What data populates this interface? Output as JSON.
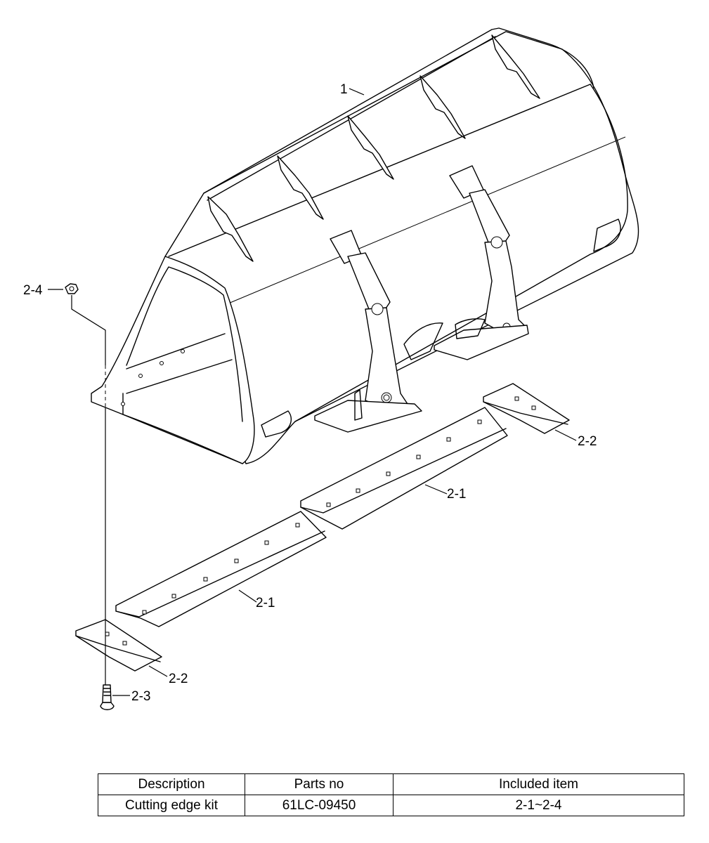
{
  "callouts": {
    "bucket": "1",
    "edge_center": "2-1",
    "edge_left": "2-1",
    "end_bit_right": "2-2",
    "end_bit_left": "2-2",
    "bolt": "2-3",
    "nut": "2-4"
  },
  "table": {
    "headers": [
      "Description",
      "Parts no",
      "Included item"
    ],
    "rows": [
      [
        "Cutting edge kit",
        "61LC-09450",
        "2-1~2-4"
      ]
    ]
  }
}
